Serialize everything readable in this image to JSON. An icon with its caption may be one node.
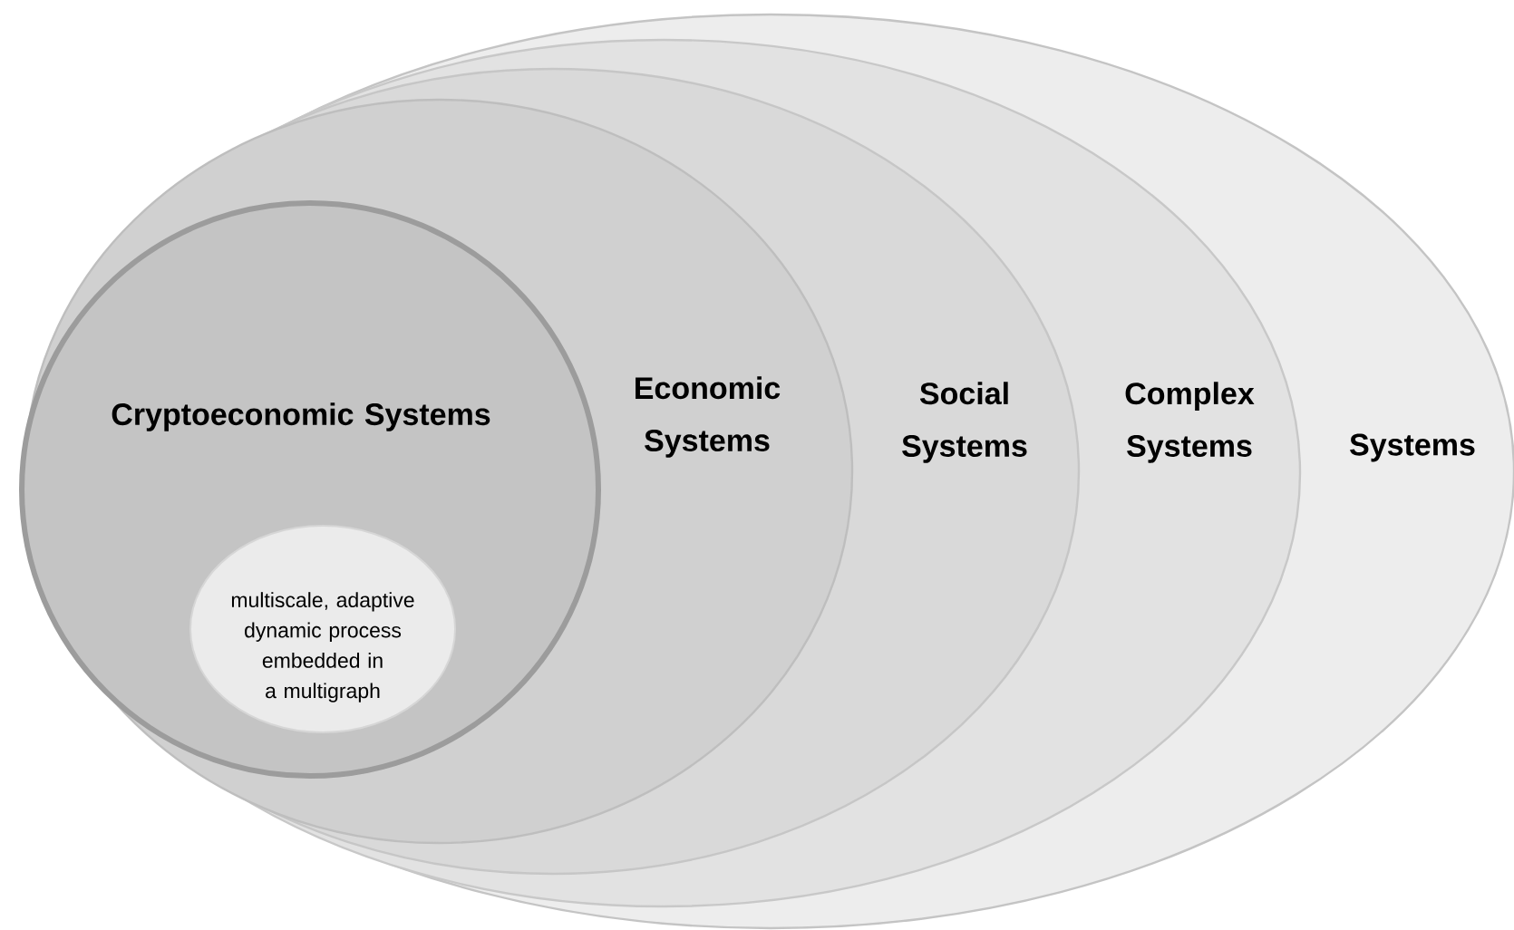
{
  "diagram": {
    "nodes": [
      {
        "text": [
          "Systems"
        ]
      },
      {
        "text": [
          "Complex Systems"
        ],
        "in": 0
      },
      {
        "text": [
          "Social Systems"
        ],
        "in": 1
      },
      {
        "text": [
          "Economic Systems"
        ],
        "in": 2
      },
      {
        "text": [
          "Cryptoeconomic Systems"
        ],
        "in": 3
      },
      {
        "text": [
          "multiscale, adaptive dynamic process embedded in a multigraph"
        ],
        "in": 4
      }
    ]
  }
}
